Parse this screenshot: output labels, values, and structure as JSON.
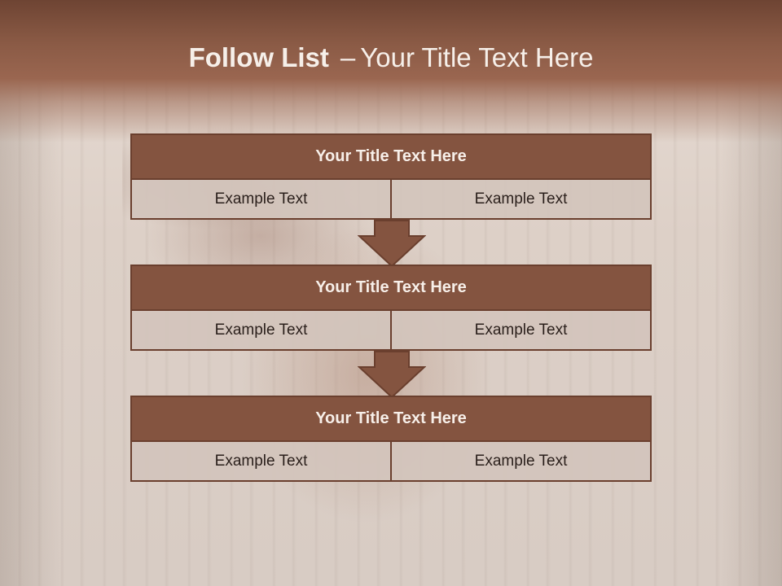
{
  "slide": {
    "title_bold": "Follow List",
    "title_sep": "–",
    "title_rest": "Your Title Text Here"
  },
  "blocks": [
    {
      "title": "Your Title Text Here",
      "left": "Example Text",
      "right": "Example Text"
    },
    {
      "title": "Your Title Text Here",
      "left": "Example Text",
      "right": "Example Text"
    },
    {
      "title": "Your Title Text Here",
      "left": "Example Text",
      "right": "Example Text"
    }
  ],
  "colors": {
    "header": "#8a5a45",
    "block_title_bg": "#845440",
    "block_border": "#6a3f2e",
    "cell_bg": "#d2c4bc"
  }
}
